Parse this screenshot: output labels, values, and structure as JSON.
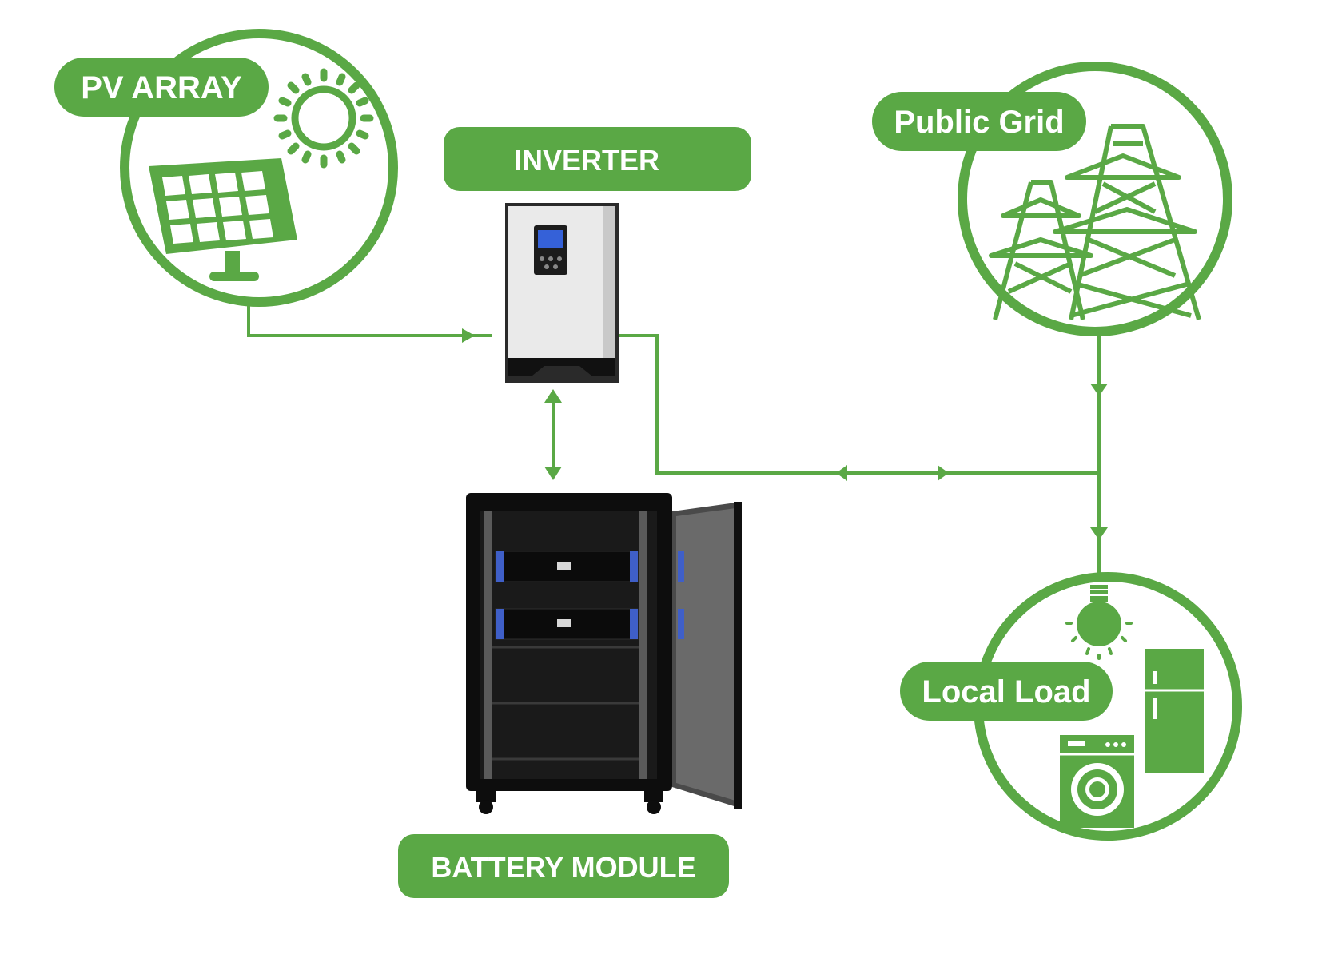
{
  "colors": {
    "accent": "#5aa845",
    "label_text": "#ffffff",
    "background": "#ffffff",
    "inverter_body": "#e9e9e9",
    "cabinet": "#111111",
    "battery_accent": "#3f5fc8"
  },
  "labels": {
    "pv_array": "PV ARRAY",
    "inverter": "INVERTER",
    "public_grid": "Public Grid",
    "local_load": "Local Load",
    "battery_module": "BATTERY MODULE"
  },
  "icons": {
    "pv": [
      "sun-icon",
      "solar-panel-icon"
    ],
    "grid": [
      "transmission-tower-icon"
    ],
    "load": [
      "light-bulb-icon",
      "refrigerator-icon",
      "washing-machine-icon"
    ]
  }
}
